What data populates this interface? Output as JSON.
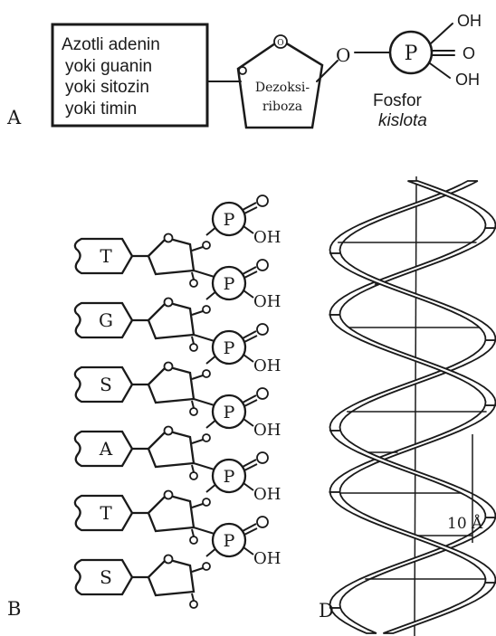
{
  "panel_a": {
    "label": "A",
    "base_box_lines": [
      "Azotli adenin",
      "yoki guanin",
      "yoki sitozin",
      "yoki timin"
    ],
    "sugar_label_lines": [
      "Dezoksi-",
      "riboza"
    ],
    "oxygen_symbol": "O",
    "phosphate_symbol": "P",
    "phosphate_groups": [
      "OH",
      "O",
      "OH"
    ],
    "acid_label_lines": [
      "Fosfor",
      "kislota"
    ]
  },
  "panel_b": {
    "label": "B",
    "bases": [
      "T",
      "G",
      "S",
      "A",
      "T",
      "S"
    ],
    "phosphate_symbol": "P",
    "oxygen_symbol": "O",
    "hydroxyl": "OH"
  },
  "panel_d": {
    "label": "D",
    "pitch_label": "10 Å"
  },
  "colors": {
    "ink": "#1a1a1a",
    "paper": "#ffffff",
    "helix_fill": "#ffffff"
  }
}
